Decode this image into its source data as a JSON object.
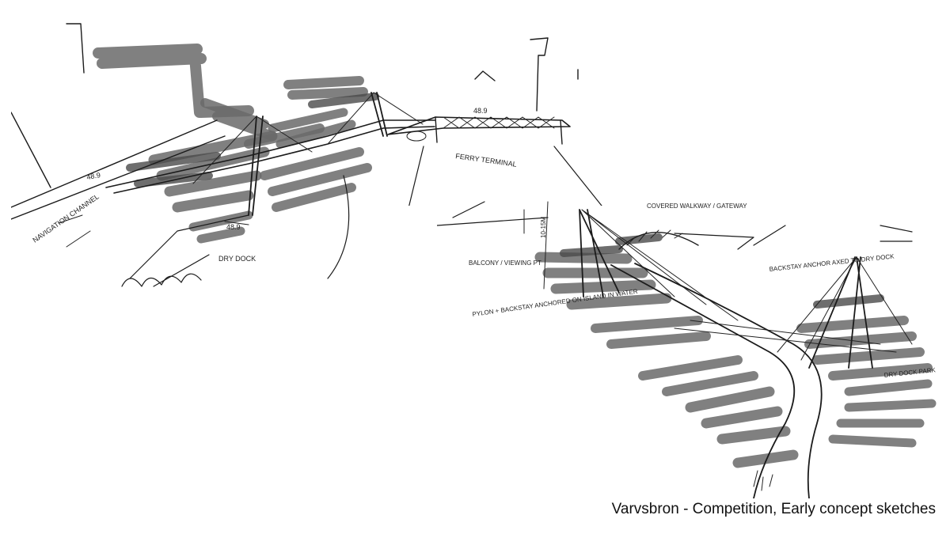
{
  "caption": "Varvsbron  - Competition, Early concept sketches",
  "sketch_left": {
    "annotations": {
      "span_label": "48.9",
      "span_label_2": "48.9",
      "navigation_channel": "NAVIGATION CHANNEL",
      "ferry_terminal": "FERRY TERMINAL",
      "dry_dock": "DRY DOCK"
    }
  },
  "sketch_right": {
    "annotations": {
      "height_label": "10-15M",
      "covered_walkway": "COVERED WALKWAY / GATEWAY",
      "balcony_viewing": "BALCONY / VIEWING PT",
      "pylon_backstay": "PYLON + BACKSTAY ANCHORED ON ISLAND IN WATER",
      "backstay_anchor": "BACKSTAY ANCHOR AXED TO DRY DOCK",
      "dry_dock_park": "DRY DOCK PARK"
    }
  }
}
